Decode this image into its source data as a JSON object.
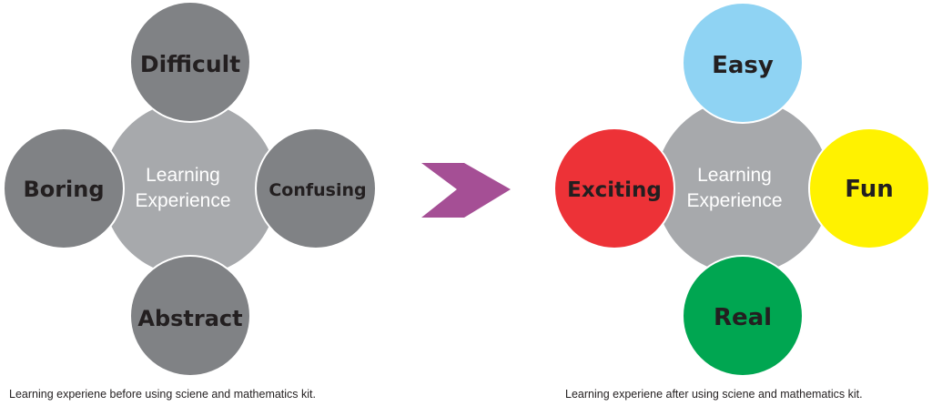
{
  "before": {
    "center": {
      "line1": "Learning",
      "line2": "Experience"
    },
    "nodes": {
      "top": {
        "label": "Difficult"
      },
      "left": {
        "label": "Boring"
      },
      "right": {
        "label": "Confusing"
      },
      "bottom": {
        "label": "Abstract"
      }
    },
    "caption": "Learning experiene before using sciene and mathematics kit."
  },
  "after": {
    "center": {
      "line1": "Learning",
      "line2": "Experience"
    },
    "nodes": {
      "top": {
        "label": "Easy"
      },
      "left": {
        "label": "Exciting"
      },
      "right": {
        "label": "Fun"
      },
      "bottom": {
        "label": "Real"
      }
    },
    "caption": "Learning experiene after using sciene and mathematics kit."
  },
  "colors": {
    "center": "#a7a9ac",
    "before_node": "#808285",
    "node_stroke": "#ffffff",
    "center_text": "#ffffff",
    "node_text": "#231f20",
    "arrow": "#a54f95",
    "easy": "#8fd3f3",
    "exciting": "#ed3237",
    "fun": "#fff200",
    "real": "#00a651"
  },
  "icons": {
    "transition": "chevron-arrow-right"
  }
}
